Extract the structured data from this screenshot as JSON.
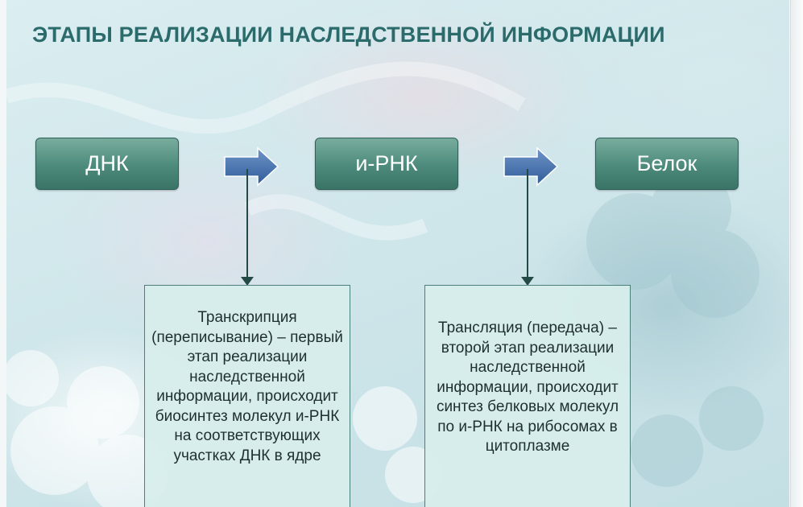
{
  "slide": {
    "title": "ЭТАПЫ РЕАЛИЗАЦИИ НАСЛЕДСТВЕННОЙ ИНФОРМАЦИИ"
  },
  "stages": {
    "dna": "ДНК",
    "mrna": "и-РНК",
    "protein": "Белок"
  },
  "descriptions": {
    "transcription": "Транскрипция (переписывание) – первый этап реализации наследственной информации, происходит биосинтез молекул и-РНК на соответствующих участках ДНК в ядре",
    "translation": "Трансляция (передача) – второй этап реализации наследственной информации, происходит синтез белковых молекул по и-РНК на рибосомах в цитоплазме"
  },
  "colors": {
    "title": "#2b6b6c",
    "stage_fill": "#4c8a7b",
    "arrow_fill": "#3f6aa6",
    "connector": "#244a45",
    "box_fill": "#d7eeec"
  }
}
